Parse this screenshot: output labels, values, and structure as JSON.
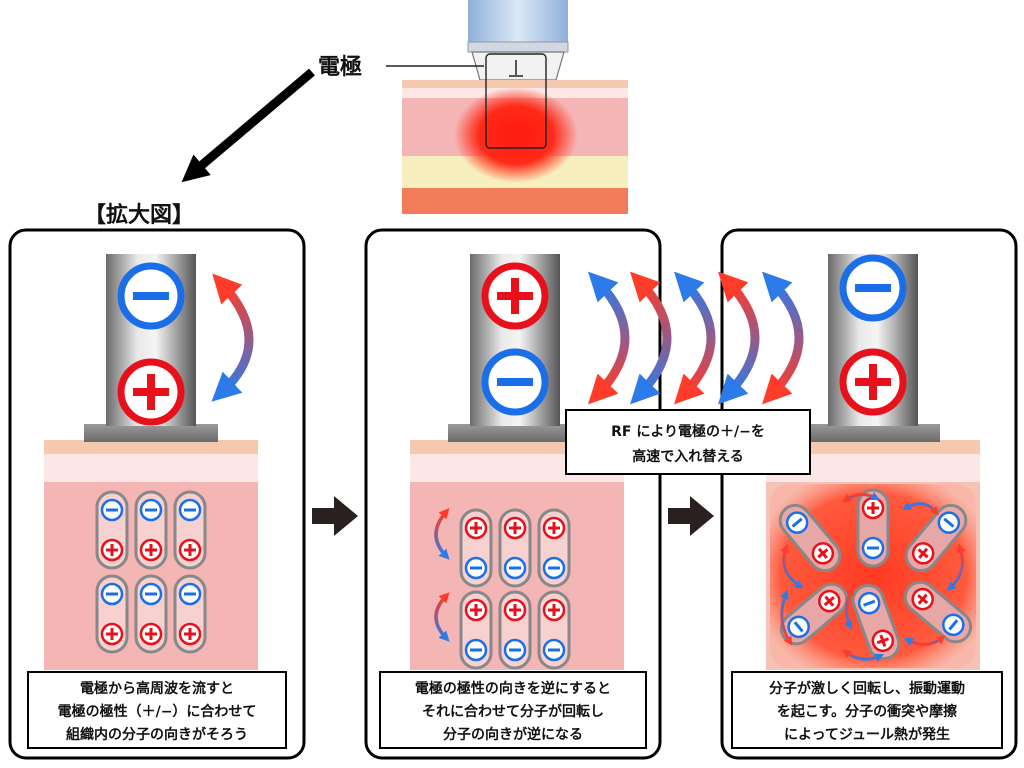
{
  "header": {
    "electrode_label": "電極",
    "zoom_label": "【拡大図】"
  },
  "panels": [
    {
      "caption": [
        "電極から高周波を流すと",
        "電極の極性（＋/−）に合わせて",
        "組織内の分子の向きがそろう"
      ]
    },
    {
      "caption": [
        "電極の極性の向きを逆にすると",
        "それに合わせて分子が回転し",
        "分子の向きが逆になる"
      ]
    },
    {
      "caption": [
        "分子が激しく回転し、振動運動",
        "を起こす。分子の衝突や摩擦",
        "によってジュール熱が発生"
      ]
    }
  ],
  "rf_note": [
    "RF により電極の＋/−を",
    "高速で入れ替える"
  ],
  "symbols": {
    "plus": "+",
    "minus": "−",
    "plus_small": "⊕",
    "minus_small": "⊖"
  },
  "colors": {
    "plus": "#e8101a",
    "minus": "#1a6fe8",
    "tissue": "#f4b5b5",
    "fat": "#f8efbf",
    "muscle": "#f27c5a",
    "skin": "#f5c8b0",
    "heat": "#ff1f10"
  }
}
